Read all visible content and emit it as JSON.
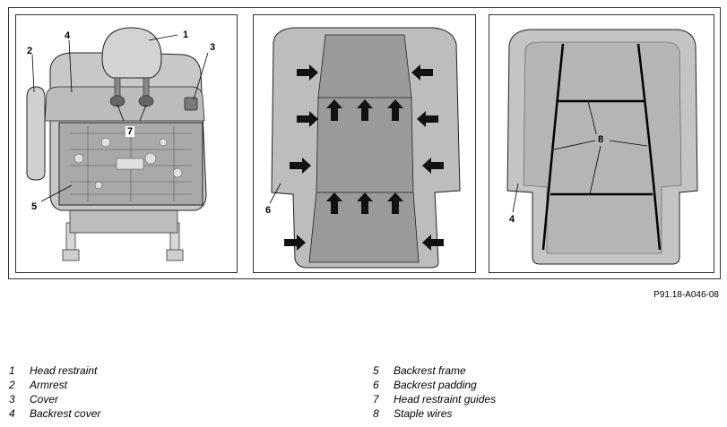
{
  "figure_code": "P91.18-A046-08",
  "callouts": {
    "head_restraint": "1",
    "armrest": "2",
    "cover": "3",
    "backrest_cover_left": "4",
    "backrest_frame": "5",
    "head_restraint_guides": "7",
    "backrest_padding": "6",
    "backrest_cover_right": "4",
    "staple_wires": "8"
  },
  "legend_left": [
    {
      "num": "1",
      "label": "Head restraint"
    },
    {
      "num": "2",
      "label": "Armrest"
    },
    {
      "num": "3",
      "label": "Cover"
    },
    {
      "num": "4",
      "label": "Backrest cover"
    }
  ],
  "legend_right": [
    {
      "num": "5",
      "label": "Backrest frame"
    },
    {
      "num": "6",
      "label": "Backrest padding"
    },
    {
      "num": "7",
      "label": "Head restraint guides"
    },
    {
      "num": "8",
      "label": "Staple wires"
    }
  ]
}
